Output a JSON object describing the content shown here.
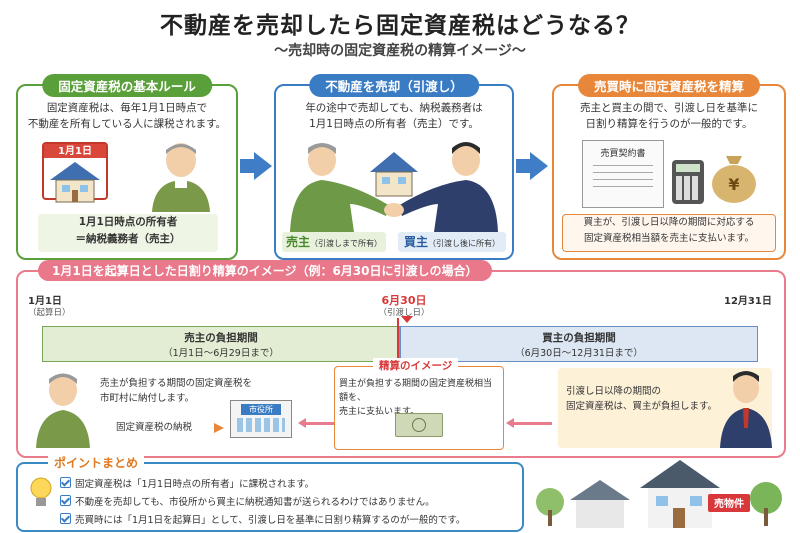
{
  "header": {
    "title": "不動産を売却したら固定資産税はどうなる？",
    "subtitle": "〜売却時の固定資産税の精算イメージ〜"
  },
  "panels": {
    "basic": {
      "title": "固定資産税の基本ルール",
      "text1": "固定資産税は、毎年1月1日時点で",
      "text2": "不動産を所有している人に課税されます。",
      "calendar": "1月1日",
      "owner1": "1月1日時点の所有者",
      "owner2": "＝納税義務者（売主）"
    },
    "sale": {
      "title": "不動産を売却（引渡し）",
      "text1": "年の途中で売却しても、納税義務者は",
      "text2": "1月1日時点の所有者（売主）です。",
      "seller": "売主",
      "seller_note": "（引渡しまで所有）",
      "buyer": "買主",
      "buyer_note": "（引渡し後に所有）"
    },
    "settle": {
      "title": "売買時に固定資産税を精算",
      "text1": "売主と買主の間で、引渡し日を基準に",
      "text2": "日割り精算を行うのが一般的です。",
      "contract": "売買契約書",
      "yen": "¥",
      "note1": "買主が、引渡し日以降の期間に対応する",
      "note2": "固定資産税相当額を売主に支払います。"
    }
  },
  "timeline": {
    "title": "1月1日を起算日とした日割り精算のイメージ（例：6月30日に引渡しの場合）",
    "start": "1月1日",
    "start_note": "（起算日）",
    "mid": "6月30日",
    "mid_note": "（引渡し日）",
    "end": "12月31日",
    "seller_period": "売主の負担期間",
    "seller_range": "（1月1日〜6月29日まで）",
    "buyer_period": "買主の負担期間",
    "buyer_range": "（6月30日〜12月31日まで）",
    "seller_desc1": "売主が負担する期間の固定資産税を",
    "seller_desc2": "市町村に納付します。",
    "tax_payment": "固定資産税の納税",
    "city_hall": "市役所",
    "settle_title": "精算のイメージ",
    "settle_desc1": "買主が負担する期間の固定資産税相当額を、",
    "settle_desc2": "売主に支払います。",
    "buyer_desc1": "引渡し日以降の期間の",
    "buyer_desc2": "固定資産税は、買主が負担します。"
  },
  "points": {
    "title": "ポイントまとめ",
    "items": [
      "固定資産税は「1月1日時点の所有者」に課税されます。",
      "不動産を売却しても、市役所から買主に納税通知書が送られるわけではありません。",
      "売買時には「1月1日を起算日」として、引渡し日を基準に日割り精算するのが一般的です。"
    ],
    "sign": "売物件"
  },
  "colors": {
    "green": "#5aa03a",
    "blue": "#3a7cc4",
    "orange": "#e8873a",
    "pink": "#e8788a"
  }
}
